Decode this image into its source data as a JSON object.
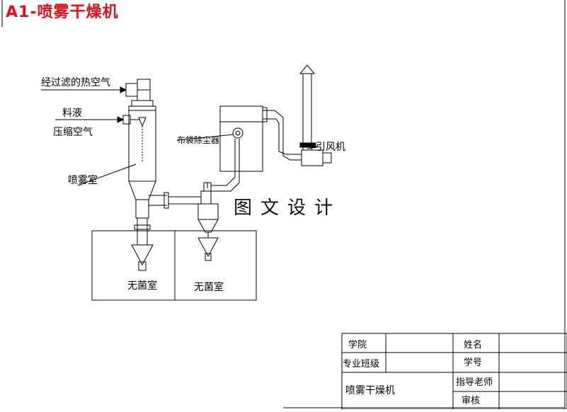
{
  "title": "A1-喷雾干燥机",
  "labels": {
    "hot_air": "经过滤的热空气",
    "feed_liquid": "料液",
    "compressed_air": "压缩空气",
    "spray_chamber": "喷雾室",
    "bag_filter": "布袋除尘器",
    "induced_fan": "引风机",
    "sterile_room_1": "无菌室",
    "sterile_room_2": "无菌室"
  },
  "watermark": "图文设计",
  "title_block": {
    "college_label": "学院",
    "name_label": "姓名",
    "class_label": "专业班级",
    "student_id_label": "学号",
    "drawing_name": "喷雾干燥机",
    "advisor_label": "指导老师",
    "review_label": "审核"
  }
}
